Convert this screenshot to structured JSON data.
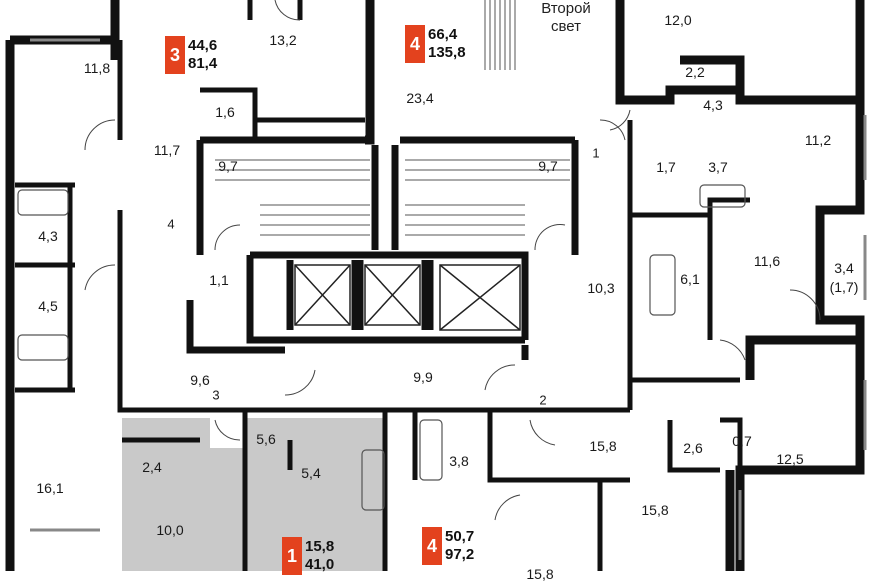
{
  "room_areas": [
    {
      "id": "r1",
      "text": "13,2"
    },
    {
      "id": "r2",
      "text": "11,8"
    },
    {
      "id": "r3",
      "text": "1,6"
    },
    {
      "id": "r4",
      "text": "23,4"
    },
    {
      "id": "r5",
      "text": "12,0"
    },
    {
      "id": "r6",
      "text": "2,2"
    },
    {
      "id": "r7",
      "text": "4,3"
    },
    {
      "id": "r8",
      "text": "11,2"
    },
    {
      "id": "r9",
      "text": "11,7"
    },
    {
      "id": "r10",
      "text": "9,7"
    },
    {
      "id": "r11",
      "text": "9,7"
    },
    {
      "id": "r12",
      "text": "1,7"
    },
    {
      "id": "r13",
      "text": "3,7"
    },
    {
      "id": "r14",
      "text": "4,3"
    },
    {
      "id": "r15",
      "text": "1,1"
    },
    {
      "id": "r16",
      "text": "10,3"
    },
    {
      "id": "r17",
      "text": "6,1"
    },
    {
      "id": "r18",
      "text": "11,6"
    },
    {
      "id": "r19",
      "text": "3,4"
    },
    {
      "id": "r20",
      "text": "(1,7)"
    },
    {
      "id": "r21",
      "text": "4,5"
    },
    {
      "id": "r22",
      "text": "9,6"
    },
    {
      "id": "r23",
      "text": "9,9"
    },
    {
      "id": "r24",
      "text": "5,6"
    },
    {
      "id": "r25",
      "text": "15,8"
    },
    {
      "id": "r26",
      "text": "2,6"
    },
    {
      "id": "r27",
      "text": "0,7"
    },
    {
      "id": "r28",
      "text": "12,5"
    },
    {
      "id": "r29",
      "text": "2,4"
    },
    {
      "id": "r30",
      "text": "5,4"
    },
    {
      "id": "r31",
      "text": "3,8"
    },
    {
      "id": "r32",
      "text": "16,1"
    },
    {
      "id": "r33",
      "text": "15,8"
    },
    {
      "id": "r34",
      "text": "10,0"
    },
    {
      "id": "r35",
      "text": "15,8"
    }
  ],
  "section_numbers": [
    {
      "id": "s1",
      "text": "1"
    },
    {
      "id": "s2",
      "text": "4"
    },
    {
      "id": "s3",
      "text": "3"
    },
    {
      "id": "s4",
      "text": "2"
    }
  ],
  "second_light": {
    "line1": "Второй",
    "line2": "свет"
  },
  "apartments": [
    {
      "id": "apt3",
      "rooms": "3",
      "area_living": "44,6",
      "area_total": "81,4"
    },
    {
      "id": "apt4a",
      "rooms": "4",
      "area_living": "66,4",
      "area_total": "135,8"
    },
    {
      "id": "apt4b",
      "rooms": "4",
      "area_living": "50,7",
      "area_total": "97,2"
    },
    {
      "id": "apt1",
      "rooms": "1",
      "area_living": "15,8",
      "area_total": "41,0"
    }
  ],
  "colors": {
    "accent": "#e3421e",
    "wall": "#111111",
    "highlight": "#c8c8c8"
  }
}
